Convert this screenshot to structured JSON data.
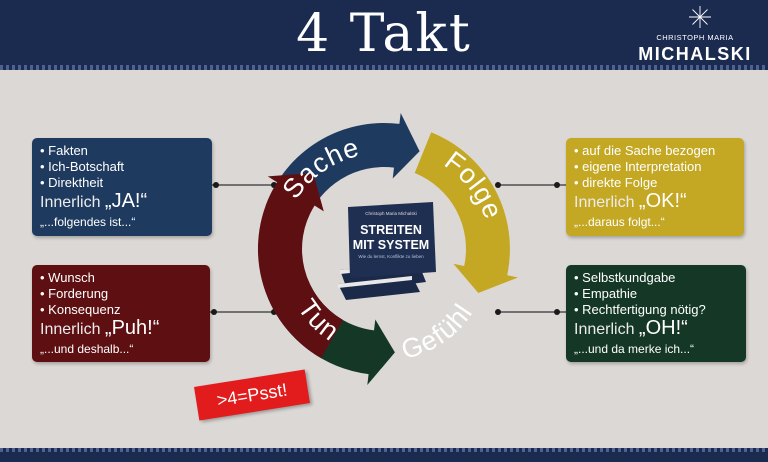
{
  "header": {
    "title": "4 Takt",
    "brand_small": "CHRISTOPH MARIA",
    "brand_big": "MICHALSKI"
  },
  "cycle": {
    "segments": [
      {
        "label": "Sache",
        "color": "#1f3a5f"
      },
      {
        "label": "Folge",
        "color": "#c4a824"
      },
      {
        "label": "Gefühl",
        "color": "#153826"
      },
      {
        "label": "Tun",
        "color": "#5d0f12"
      }
    ]
  },
  "book": {
    "author": "Christoph Maria Michalski",
    "title_line1": "STREITEN",
    "title_line2": "MIT SYSTEM",
    "subtitle": "Wie du lernst, Konflikte zu lieben"
  },
  "cards": {
    "sache": {
      "bullets": [
        "Fakten",
        "Ich-Botschaft",
        "Direktheit"
      ],
      "inner_prefix": "Innerlich ",
      "inner_quote": "„JA!“",
      "phrase": "„...folgendes ist...“"
    },
    "folge": {
      "bullets": [
        "auf die Sache bezogen",
        "eigene Interpretation",
        "direkte Folge"
      ],
      "inner_prefix": "Innerlich ",
      "inner_quote": "„OK!“",
      "phrase": "„...daraus folgt...“"
    },
    "tun": {
      "bullets": [
        "Wunsch",
        "Forderung",
        "Konsequenz"
      ],
      "inner_prefix": "Innerlich ",
      "inner_quote": "„Puh!“",
      "phrase": "„...und deshalb...“"
    },
    "gefuehl": {
      "bullets": [
        "Selbstkundgabe",
        "Empathie",
        "Rechtfertigung nötig?"
      ],
      "inner_prefix": "Innerlich ",
      "inner_quote": "„OH!“",
      "phrase": "„...und da merke ich...“"
    }
  },
  "stamp": {
    "label": ">4=Psst!"
  }
}
